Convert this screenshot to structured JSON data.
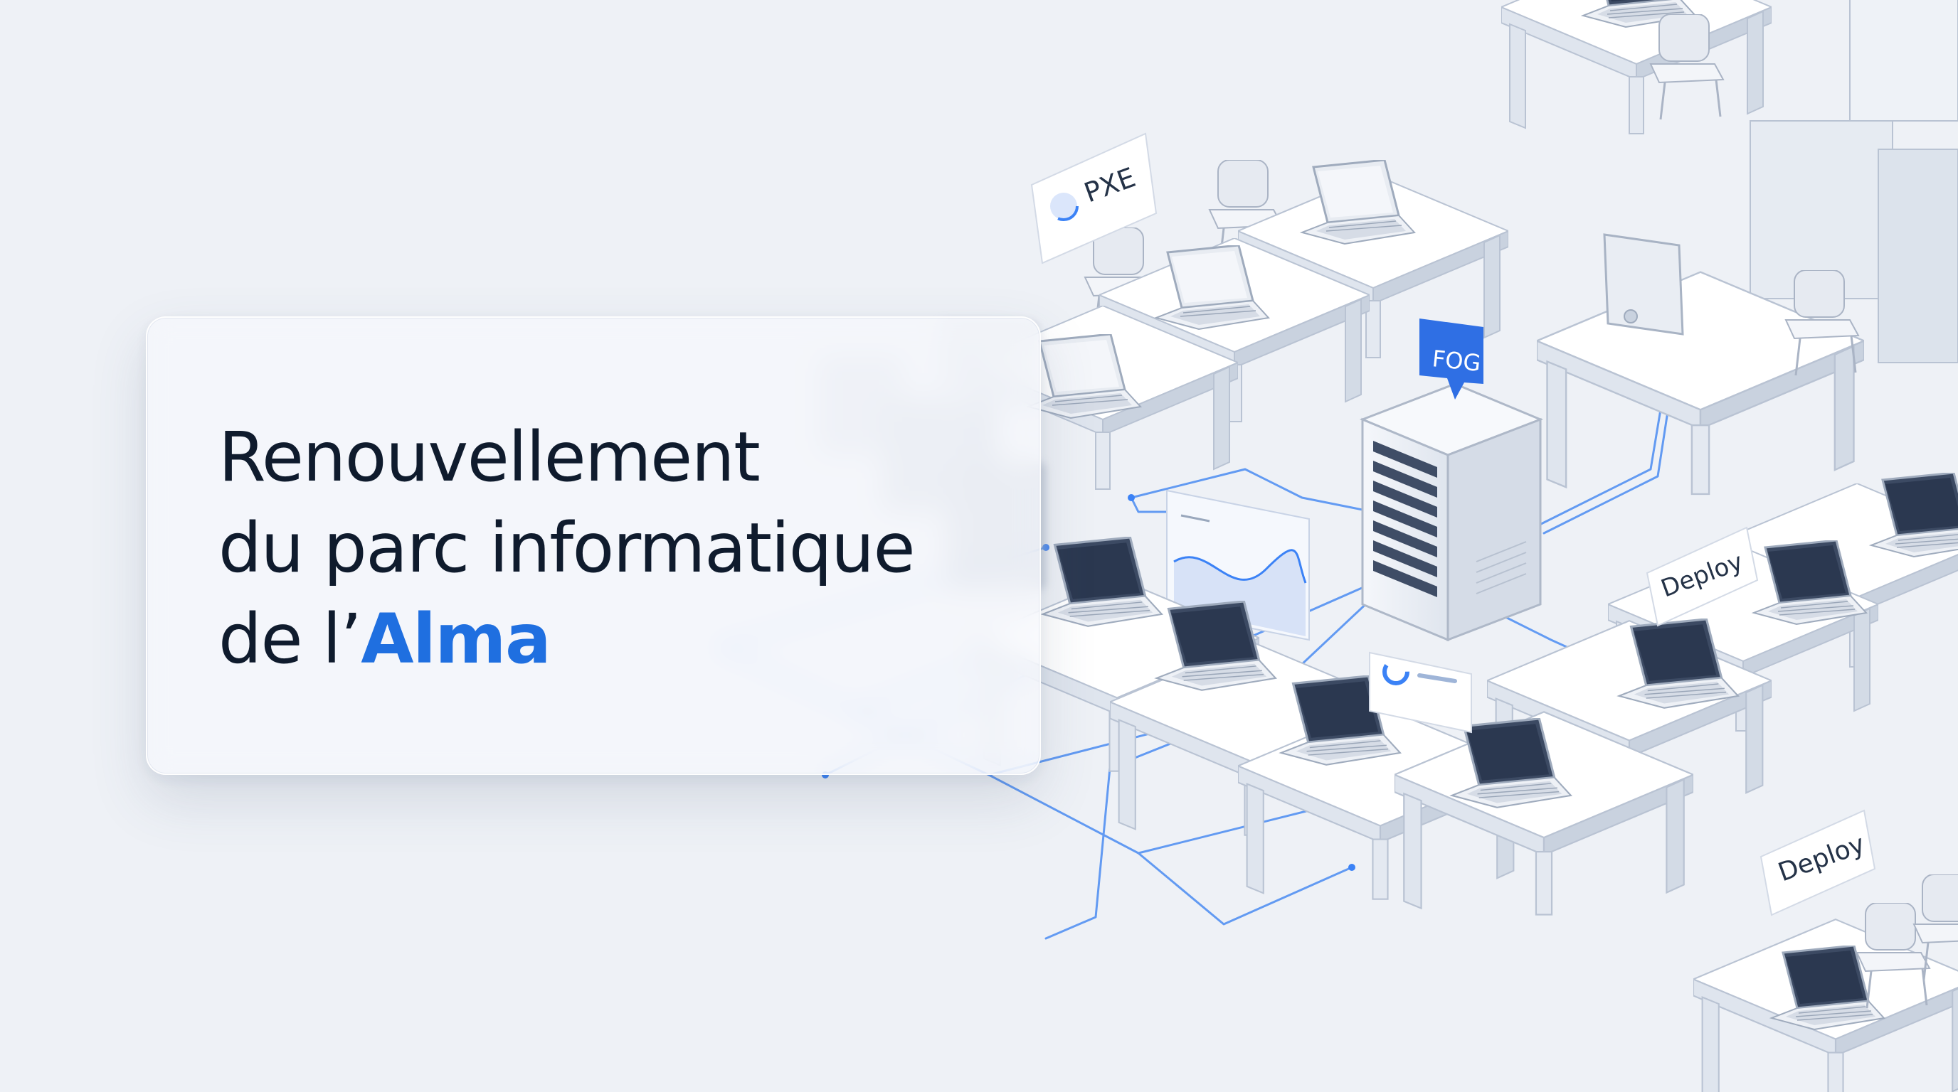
{
  "title": {
    "line1": "Renouvellement",
    "line2": "du parc informatique",
    "line3_prefix": "de l’",
    "line3_accent": "Alma"
  },
  "tags": {
    "pxe": "PXE",
    "fog": "FOG",
    "deploy_1": "Deploy",
    "deploy_2": "Deploy"
  },
  "colors": {
    "background": "#eef1f6",
    "title_text": "#0f1b2d",
    "accent": "#1f6fe0",
    "network_line": "#3b82f6",
    "server_tag": "#2f6fe4"
  }
}
